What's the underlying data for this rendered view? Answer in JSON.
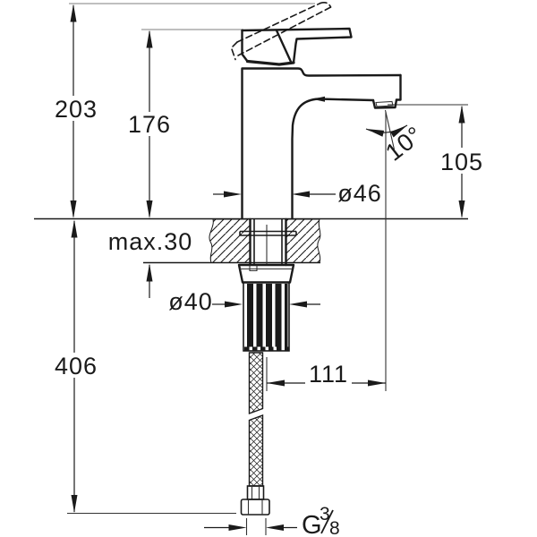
{
  "title": "Basin mixer faucet installation dimension drawing",
  "colors": {
    "line": "#1a1a1a",
    "extension_line": "#999999",
    "background": "#ffffff"
  },
  "dimensions": {
    "total_height": "203",
    "body_height": "176",
    "spout_angle": "10°",
    "spout_height": "105",
    "body_diameter": "ø46",
    "deck_thickness": "max.30",
    "hole_diameter": "ø40",
    "under_deck_length": "406",
    "spout_reach": "111",
    "thread": {
      "label": "G3/8",
      "g": "G",
      "numerator": "3",
      "denominator": "8"
    }
  }
}
